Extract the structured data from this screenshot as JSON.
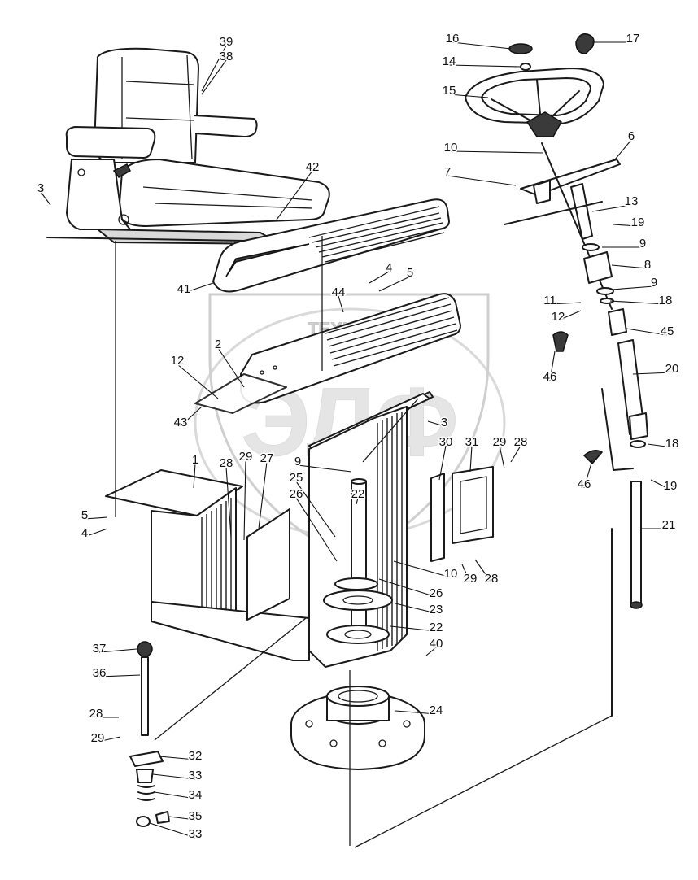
{
  "watermark": {
    "line1": "ТЕХНИКА",
    "line2": "ЭЛФ"
  },
  "callouts": [
    {
      "label": "39"
    },
    {
      "label": "38"
    },
    {
      "label": "3"
    },
    {
      "label": "42"
    },
    {
      "label": "41"
    },
    {
      "label": "4"
    },
    {
      "label": "5"
    },
    {
      "label": "44"
    },
    {
      "label": "2"
    },
    {
      "label": "12"
    },
    {
      "label": "43"
    },
    {
      "label": "3"
    },
    {
      "label": "1"
    },
    {
      "label": "5"
    },
    {
      "label": "4"
    },
    {
      "label": "28"
    },
    {
      "label": "29"
    },
    {
      "label": "27"
    },
    {
      "label": "9"
    },
    {
      "label": "25"
    },
    {
      "label": "26"
    },
    {
      "label": "22"
    },
    {
      "label": "10"
    },
    {
      "label": "26"
    },
    {
      "label": "23"
    },
    {
      "label": "22"
    },
    {
      "label": "40"
    },
    {
      "label": "30"
    },
    {
      "label": "31"
    },
    {
      "label": "29"
    },
    {
      "label": "28"
    },
    {
      "label": "29"
    },
    {
      "label": "28"
    },
    {
      "label": "24"
    },
    {
      "label": "37"
    },
    {
      "label": "36"
    },
    {
      "label": "28"
    },
    {
      "label": "29"
    },
    {
      "label": "32"
    },
    {
      "label": "33"
    },
    {
      "label": "34"
    },
    {
      "label": "35"
    },
    {
      "label": "33"
    },
    {
      "label": "16"
    },
    {
      "label": "17"
    },
    {
      "label": "14"
    },
    {
      "label": "15"
    },
    {
      "label": "10"
    },
    {
      "label": "6"
    },
    {
      "label": "7"
    },
    {
      "label": "13"
    },
    {
      "label": "19"
    },
    {
      "label": "9"
    },
    {
      "label": "8"
    },
    {
      "label": "9"
    },
    {
      "label": "11"
    },
    {
      "label": "18"
    },
    {
      "label": "12"
    },
    {
      "label": "45"
    },
    {
      "label": "46"
    },
    {
      "label": "20"
    },
    {
      "label": "18"
    },
    {
      "label": "46"
    },
    {
      "label": "19"
    },
    {
      "label": "21"
    }
  ]
}
